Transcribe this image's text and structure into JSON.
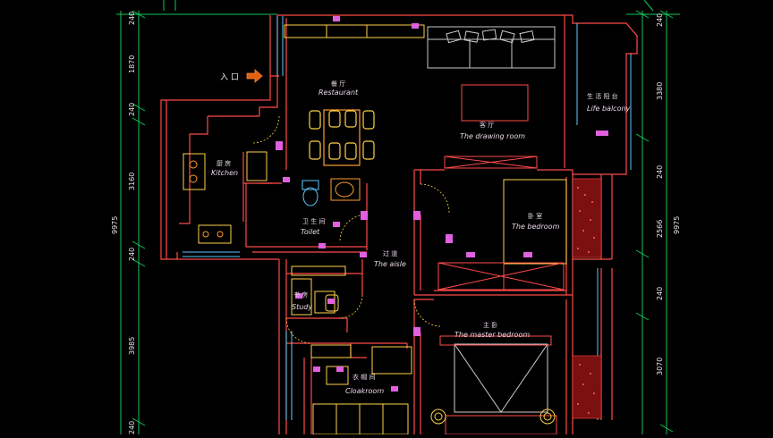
{
  "entrance": {
    "label": "入 口"
  },
  "rooms": {
    "restaurant": {
      "cn": "餐 厅",
      "en": "Restaurant"
    },
    "drawing_room": {
      "cn": "客 厅",
      "en": "The drawing room"
    },
    "balcony": {
      "cn": "生 活 阳 台",
      "en": "Life balcony"
    },
    "kitchen": {
      "cn": "厨 房",
      "en": "Kitchen"
    },
    "toilet": {
      "cn": "卫 生 间",
      "en": "Toilet"
    },
    "aisle": {
      "cn": "过 道",
      "en": "The aisle"
    },
    "bedroom": {
      "cn": "卧 室",
      "en": "The bedroom"
    },
    "study": {
      "cn": "书 房",
      "en": "Study"
    },
    "master_bedroom": {
      "cn": "主 卧",
      "en": "The master bedroom"
    },
    "cloakroom": {
      "cn": "衣 帽 间",
      "en": "Cloakroom"
    }
  },
  "dimensions": {
    "left": [
      "240",
      "1870",
      "240",
      "3160",
      "9975",
      "240",
      "3985",
      "240"
    ],
    "right": [
      "240",
      "3380",
      "240",
      "2566",
      "9975",
      "240",
      "3070"
    ]
  },
  "colors": {
    "background": "#000000",
    "walls": "#ff4a4a",
    "furniture": "#ffd24a",
    "fixtures": "#e060e0",
    "dimension_lines": "#17c45a",
    "windows": "#5ec8ff",
    "hatch": "#e03030"
  }
}
